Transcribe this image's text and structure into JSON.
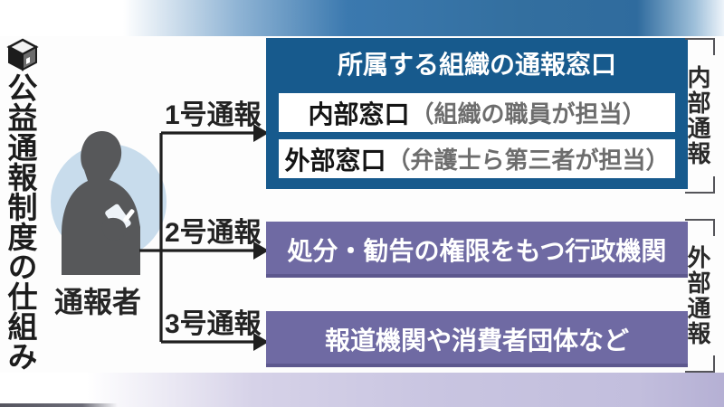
{
  "title": "公益通報制度の仕組み",
  "reporter": {
    "label": "通報者"
  },
  "routes": [
    {
      "label": "1号通報"
    },
    {
      "label": "2号通報"
    },
    {
      "label": "3号通報"
    }
  ],
  "internal": {
    "title": "所属する組織の通報窓口",
    "items": [
      {
        "name": "内部窓口",
        "detail": "（組織の職員が担当）"
      },
      {
        "name": "外部窓口",
        "detail": "（弁護士ら第三者が担当）"
      }
    ]
  },
  "government": {
    "label": "処分・勧告の権限をもつ行政機関"
  },
  "media": {
    "label": "報道機関や消費者団体など"
  },
  "groups": {
    "internal": "内部通報",
    "external": "外部通報"
  },
  "colors": {
    "box-blue": "#175a8d",
    "box-purple": "#6f6aa3",
    "person-circle": "#c8dcec",
    "silhouette": "#57585a",
    "band-blue": "#3b79af",
    "band-lavender": "#c9c5e1",
    "arrow": "#1f1f1f"
  }
}
